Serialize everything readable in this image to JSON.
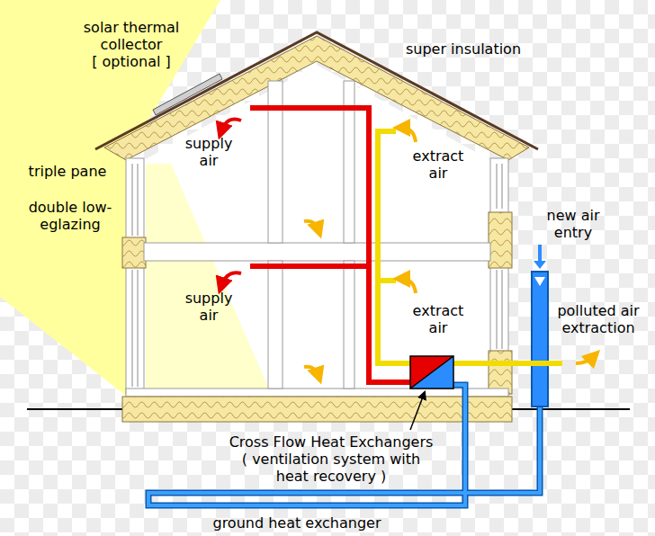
{
  "diagram": {
    "labels": [
      "solar thermal collector",
      "[ optional ]",
      "super insulation",
      "triple pane",
      "double low-eglazing",
      "supply air",
      "extract air",
      "new air entry",
      "supply air",
      "extract air",
      "polluted air extraction",
      "Cross Flow Heat Exchangers",
      "( ventilation system with heat recovery )",
      "ground heat exchanger"
    ]
  }
}
